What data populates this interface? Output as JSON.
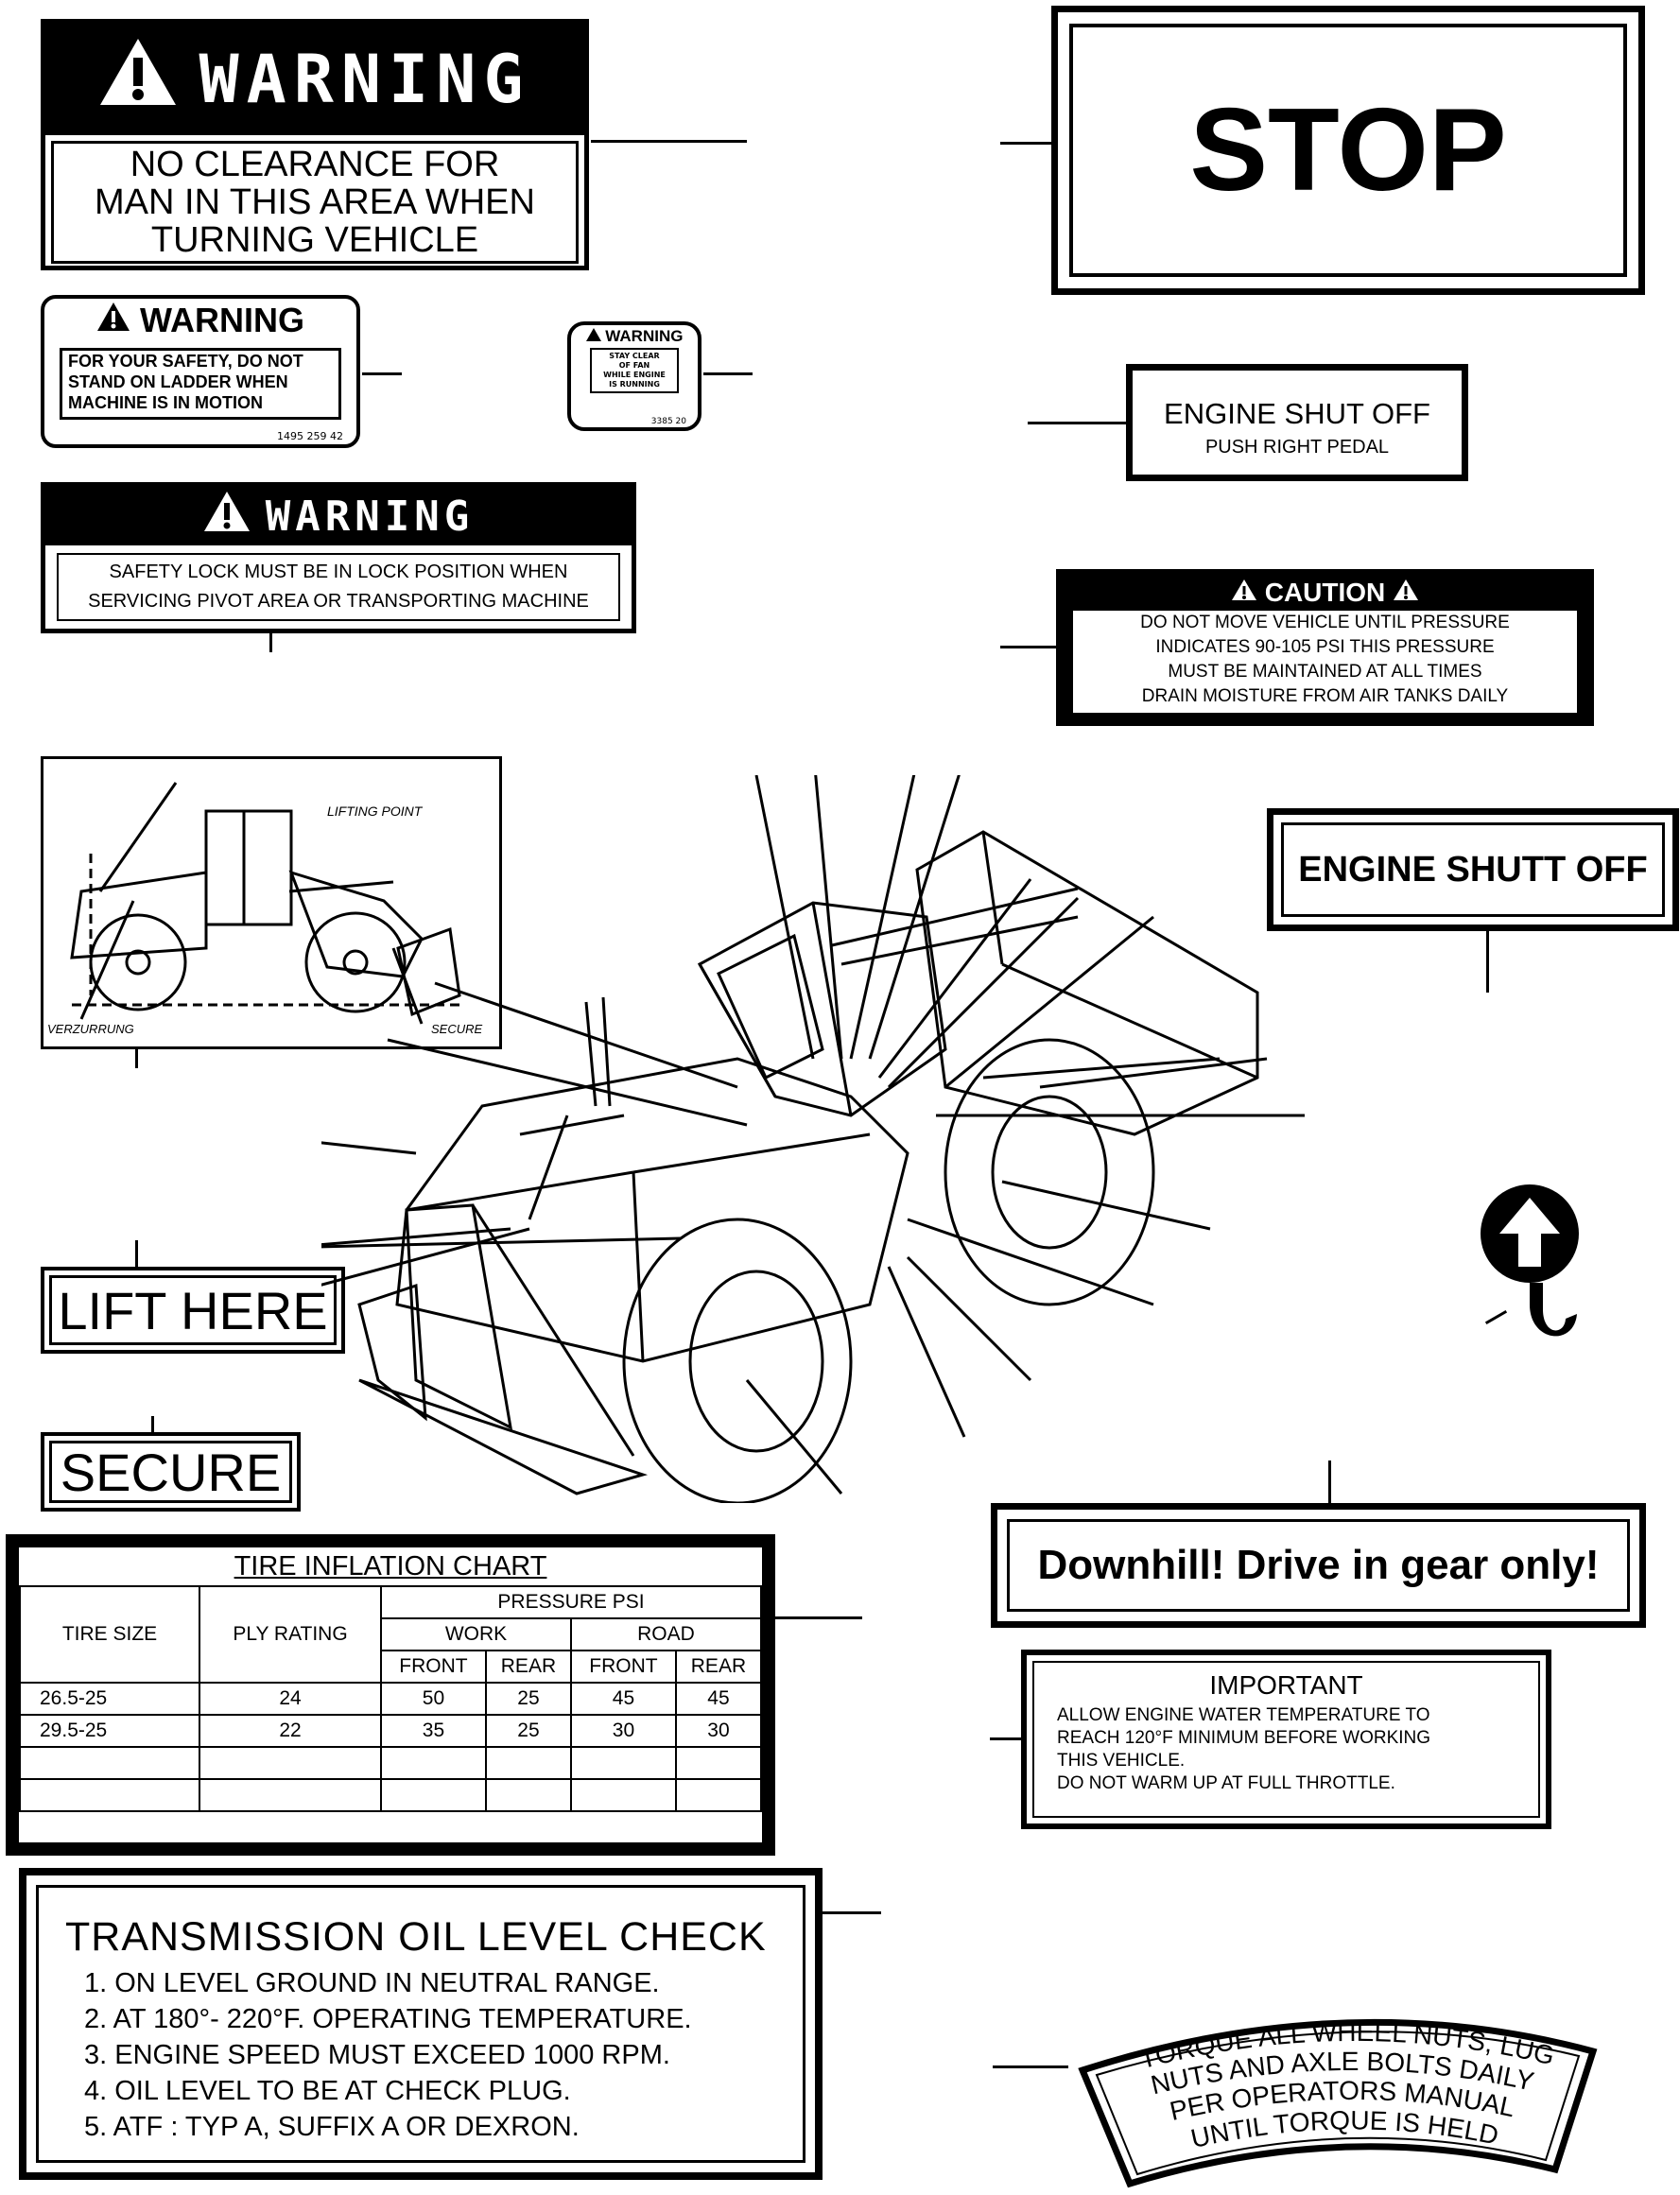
{
  "warning_no_clearance": {
    "header": "WARNING",
    "lines": [
      "NO  CLEARANCE  FOR",
      "MAN  IN  THIS  AREA  WHEN",
      "TURNING  VEHICLE"
    ]
  },
  "stop_sign": {
    "text": "STOP"
  },
  "warning_ladder": {
    "header": "WARNING",
    "lines": [
      "FOR YOUR SAFETY, DO  NOT",
      "STAND  ON  LADDER  WHEN",
      "MACHINE  IS  IN  MOTION"
    ],
    "part_no": "1495 259 42"
  },
  "warning_fan": {
    "header": "WARNING",
    "lines": [
      "STAY CLEAR",
      "OF FAN",
      "WHILE ENGINE",
      "IS RUNNING"
    ],
    "part_no": "3385 20"
  },
  "engine_shutoff_pedal": {
    "title": "ENGINE  SHUT  OFF",
    "subtitle": "PUSH  RIGHT  PEDAL"
  },
  "warning_safety_lock": {
    "header": "WARNING",
    "lines": [
      "SAFETY  LOCK  MUST  BE  IN  LOCK  POSITION  WHEN",
      "SERVICING  PIVOT  AREA  OR  TRANSPORTING  MACHINE"
    ]
  },
  "caution_pressure": {
    "header": "CAUTION",
    "lines": [
      "DO  NOT  MOVE  VEHICLE  UNTIL  PRESSURE",
      "INDICATES  90-105 PSI   THIS  PRESSURE",
      "MUST  BE  MAINTAINED  AT  ALL  TIMES",
      "DRAIN  MOISTURE  FROM  AIR  TANKS  DAILY"
    ]
  },
  "loader_diagram": {
    "label_top": "LIFTING POINT",
    "label_left": "VERZURRUNG",
    "label_right": "SECURE"
  },
  "engine_shutt_off": {
    "text": "ENGINE SHUTT OFF"
  },
  "lift_here": {
    "text": "LIFT HERE"
  },
  "secure": {
    "text": "SECURE"
  },
  "downhill": {
    "text": "Downhill! Drive in gear only!"
  },
  "tire_chart": {
    "title": "TIRE  INFLATION  CHART",
    "col_tire_size": "TIRE  SIZE",
    "col_ply": "PLY  RATING",
    "col_pressure": "PRESSURE   PSI",
    "col_work": "WORK",
    "col_road": "ROAD",
    "sub_front": "FRONT",
    "sub_rear": "REAR",
    "rows": [
      {
        "size": "26.5-25",
        "ply": "24",
        "work_front": "50",
        "work_rear": "25",
        "road_front": "45",
        "road_rear": "45"
      },
      {
        "size": "29.5-25",
        "ply": "22",
        "work_front": "35",
        "work_rear": "25",
        "road_front": "30",
        "road_rear": "30"
      }
    ]
  },
  "important": {
    "title": "IMPORTANT",
    "lines": [
      "ALLOW  ENGINE  WATER  TEMPERATURE  TO",
      "REACH  120°F  MINIMUM  BEFORE  WORKING",
      "THIS  VEHICLE.",
      "DO  NOT  WARM  UP  AT  FULL  THROTTLE."
    ]
  },
  "transmission": {
    "title": "TRANSMISSION  OIL  LEVEL  CHECK",
    "lines": [
      "1.  ON  LEVEL  GROUND  IN  NEUTRAL  RANGE.",
      "2.  AT  180°- 220°F.  OPERATING  TEMPERATURE.",
      "3.  ENGINE  SPEED  MUST  EXCEED  1000  RPM.",
      "4.  OIL  LEVEL  TO  BE  AT  CHECK  PLUG.",
      "5.  ATF :  TYP A,  SUFFIX  A  OR  DEXRON."
    ]
  },
  "torque": {
    "lines": [
      "TORQUE  ALL WHEEL NUTS, LUG",
      "NUTS AND AXLE  BOLTS  DAILY",
      "PER  OPERATORS  MANUAL",
      "UNTIL  TORQUE  IS  HELD"
    ]
  }
}
